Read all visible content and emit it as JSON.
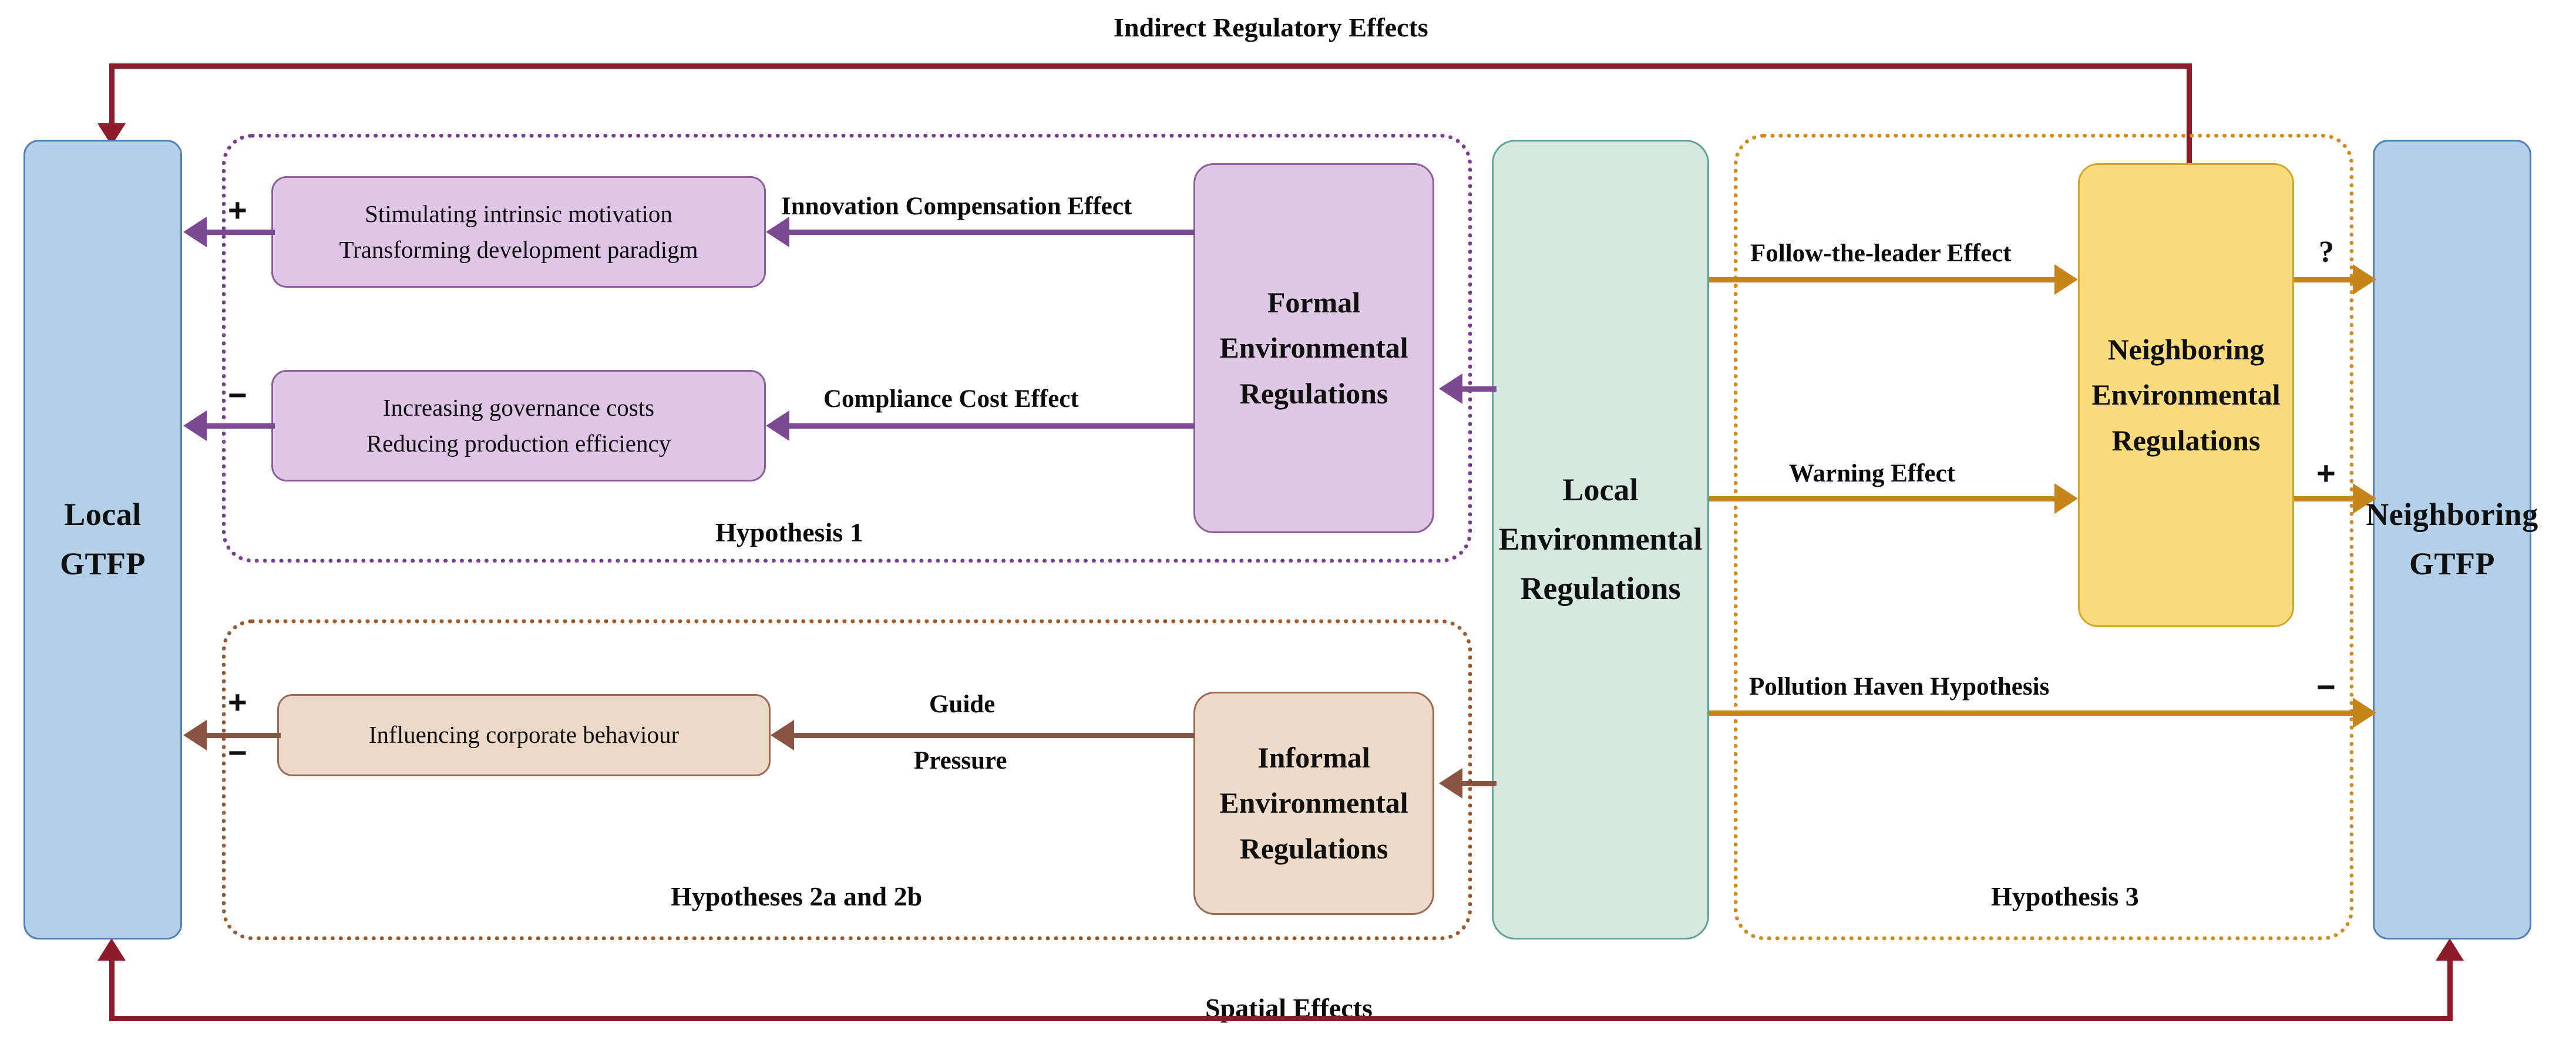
{
  "diagram": {
    "top_title": "Indirect Regulatory Effects",
    "bottom_title": "Spatial Effects"
  },
  "nodes": {
    "local_gtfp": "Local\nGTFP",
    "local_gtfp_line1": "Local",
    "local_gtfp_line2": "GTFP",
    "neighboring_gtfp_line1": "Neighboring",
    "neighboring_gtfp_line2": "GTFP",
    "local_env_reg_line1": "Local",
    "local_env_reg_line2": "Environmental",
    "local_env_reg_line3": "Regulations",
    "formal_env_reg_line1": "Formal",
    "formal_env_reg_line2": "Environmental",
    "formal_env_reg_line3": "Regulations",
    "informal_env_reg_line1": "Informal",
    "informal_env_reg_line2": "Environmental",
    "informal_env_reg_line3": "Regulations",
    "neighboring_env_reg_line1": "Neighboring",
    "neighboring_env_reg_line2": "Environmental",
    "neighboring_env_reg_line3": "Regulations",
    "stimulating_line1": "Stimulating intrinsic motivation",
    "stimulating_line2": "Transforming development paradigm",
    "increasing_line1": "Increasing governance costs",
    "increasing_line2": "Reducing production efficiency",
    "influencing": "Influencing corporate behaviour"
  },
  "groups": {
    "hypothesis1": "Hypothesis 1",
    "hypothesis2": "Hypotheses 2a and 2b",
    "hypothesis3": "Hypothesis 3"
  },
  "edge_labels": {
    "innovation_compensation": "Innovation Compensation Effect",
    "compliance_cost": "Compliance Cost Effect",
    "guide": "Guide",
    "pressure": "Pressure",
    "follow_the_leader": "Follow-the-leader Effect",
    "warning": "Warning Effect",
    "pollution_haven": "Pollution Haven Hypothesis"
  },
  "signs": {
    "stimulating_plus": "+",
    "increasing_minus": "−",
    "influencing_plus": "+",
    "influencing_minus": "−",
    "follow_leader_q": "?",
    "warning_plus": "+",
    "pollution_haven_minus": "−"
  },
  "colors": {
    "gtfp_fill": "#b4d0e8",
    "gtfp_stroke": "#4f7fb5",
    "green_fill": "#d5e9e0",
    "green_stroke": "#5fa397",
    "purple_fill": "#dec8e4",
    "purple_stroke": "#8c5f9b",
    "tan_fill": "#eddac9",
    "tan_stroke": "#9c6a53",
    "yellow_fill": "#fadb7e",
    "yellow_stroke": "#d4a62c",
    "purple_arrow": "#7b4a93",
    "brown_arrow": "#8a5442",
    "orange_arrow": "#c6851b",
    "darkred_arrow": "#8e1b2a"
  }
}
